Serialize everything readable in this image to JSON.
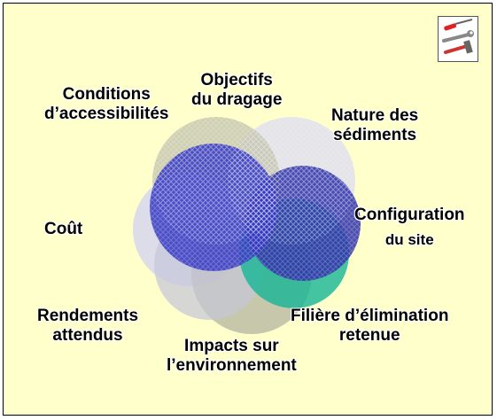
{
  "diagram": {
    "labels": {
      "objectifs": [
        "Objectifs",
        "du dragage"
      ],
      "conditions": [
        "Conditions",
        "d’accessibilités"
      ],
      "nature": [
        "Nature des",
        "sédiments"
      ],
      "configuration": [
        "Configuration",
        "du site"
      ],
      "cout": [
        "Coût"
      ],
      "rendements": [
        "Rendements",
        "attendus"
      ],
      "filiere": [
        "Filière d’élimination",
        "retenue"
      ],
      "impacts": [
        "Impacts sur",
        "l’environnement"
      ]
    },
    "circles": [
      {
        "name": "circle-nature",
        "fill": "#d9daf2",
        "opacity": 0.75
      },
      {
        "name": "circle-objectifs",
        "fill": "#bfc0a8",
        "opacity": 0.75
      },
      {
        "name": "circle-cout",
        "fill": "#d3d5f0",
        "opacity": 0.8
      },
      {
        "name": "circle-impacts",
        "fill": "#b4b6a0",
        "opacity": 0.75
      },
      {
        "name": "circle-rendements",
        "fill": "#c4c6d8",
        "opacity": 0.7
      },
      {
        "name": "circle-filiere",
        "fill": "#17b596",
        "opacity": 0.8
      },
      {
        "name": "circle-configuration",
        "fill": "#2c2fa8",
        "opacity": 0.85
      },
      {
        "name": "circle-conditions",
        "fill": "#3336c2",
        "opacity": 0.85
      }
    ]
  },
  "tool_icon": "tools-icon"
}
